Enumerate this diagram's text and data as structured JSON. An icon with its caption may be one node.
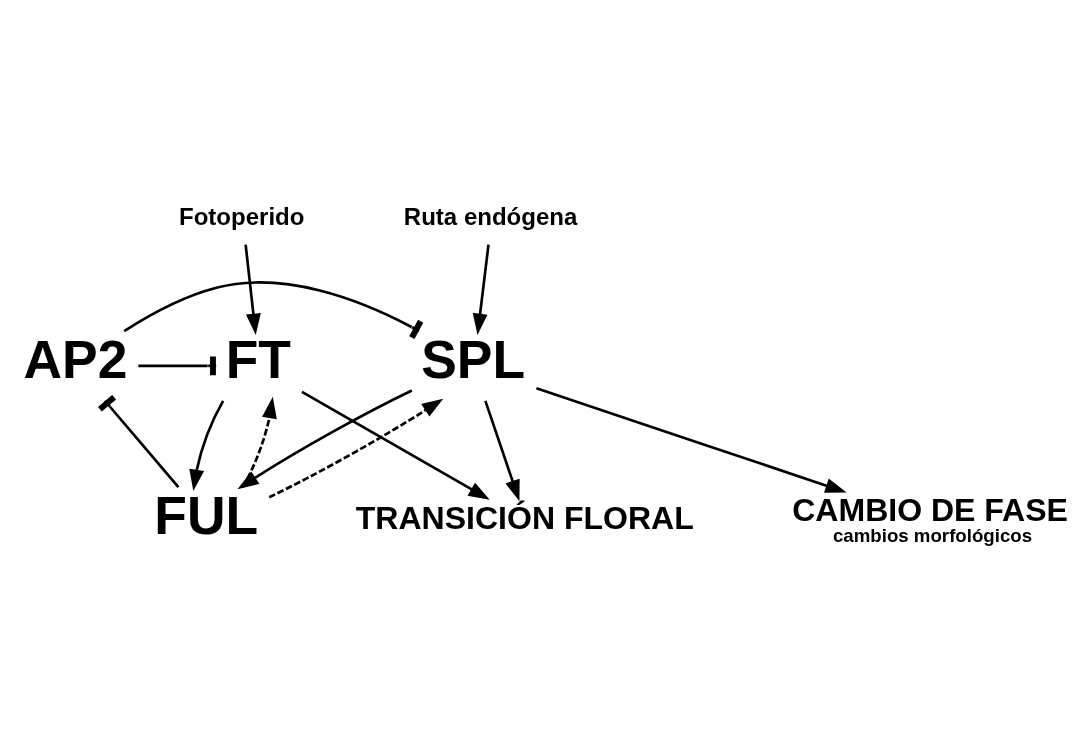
{
  "diagram": {
    "nodes": [
      {
        "text": [
          "Fotoperido"
        ]
      },
      {
        "text": [
          "Ruta endógena"
        ]
      },
      {
        "text": [
          "FT"
        ]
      },
      {
        "text": [
          "AP2"
        ]
      },
      {
        "text": [
          "SPL"
        ]
      },
      {
        "text": [
          "FUL"
        ]
      },
      {
        "text": [
          "CAMBIO DE FASE",
          "cambios morfológicos"
        ]
      },
      {
        "text": [
          "TRANSICIÓN FLORAL"
        ]
      }
    ],
    "edges": [
      {
        "from": 0,
        "to": 2,
        "arrow": "to"
      },
      {
        "from": 1,
        "to": 4,
        "arrow": "to"
      },
      {
        "from": 3,
        "to": 2,
        "arrow": "other"
      },
      {
        "from": 3,
        "to": 4,
        "arrow": "other"
      },
      {
        "from": 5,
        "to": 3,
        "arrow": "other"
      },
      {
        "from": 2,
        "to": 5,
        "arrow": "to"
      },
      {
        "from": 5,
        "to": 2,
        "arrow": "to",
        "style": "dashed"
      },
      {
        "from": 4,
        "to": 5,
        "arrow": "to"
      },
      {
        "from": 5,
        "to": 4,
        "arrow": "to",
        "style": "dashed"
      },
      {
        "from": 4,
        "to": 6,
        "arrow": "to"
      },
      {
        "from": 2,
        "to": 7,
        "arrow": "to"
      },
      {
        "from": 4,
        "to": 7,
        "arrow": "to"
      }
    ]
  }
}
